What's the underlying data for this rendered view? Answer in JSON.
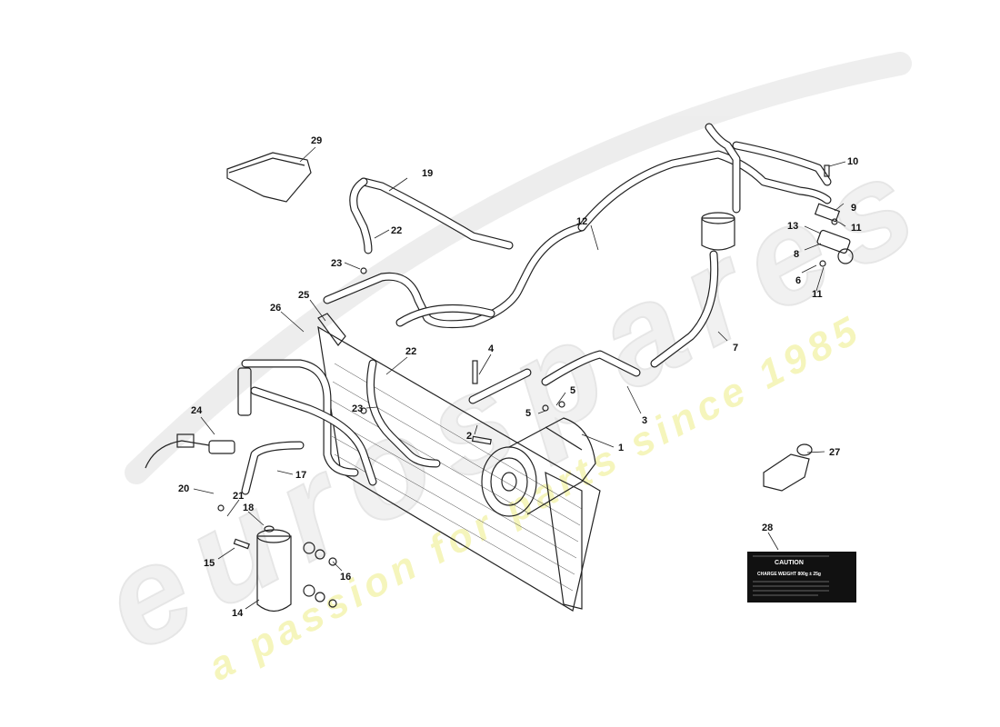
{
  "watermark": {
    "brand": "eurospares",
    "tagline": "a passion for parts since 1985"
  },
  "caution_label": {
    "heading": "CAUTION",
    "charge": "CHARGE WEIGHT 800g ± 25g"
  },
  "callouts": [
    "1",
    "2",
    "3",
    "4",
    "5",
    "5",
    "6",
    "7",
    "8",
    "9",
    "10",
    "11",
    "11",
    "12",
    "13",
    "14",
    "15",
    "16",
    "17",
    "18",
    "19",
    "20",
    "21",
    "22",
    "22",
    "23",
    "23",
    "24",
    "25",
    "26",
    "27",
    "28",
    "29"
  ]
}
